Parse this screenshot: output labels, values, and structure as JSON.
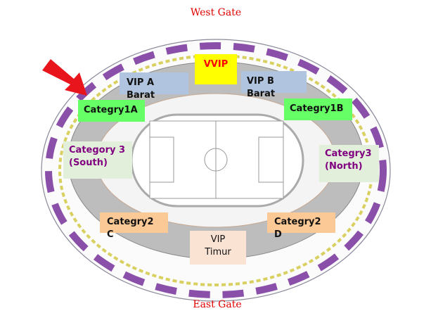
{
  "gates": {
    "west": "West Gate",
    "east": "East Gate"
  },
  "zones": {
    "vvip": {
      "label": "VVIP",
      "bg": "#ffff00",
      "color": "#ff0000"
    },
    "vip_a": {
      "label": "VIP A Barat",
      "bg": "#b0c4e0",
      "color": "#111111"
    },
    "vip_b": {
      "label": "VIP B Barat",
      "bg": "#b0c4e0",
      "color": "#111111"
    },
    "cat1a": {
      "label": "Categry1A",
      "bg": "#66ff66",
      "color": "#111111"
    },
    "cat1b": {
      "label": "Categry1B",
      "bg": "#66ff66",
      "color": "#111111"
    },
    "cat3s": {
      "line1": "Category 3",
      "line2": "(South)",
      "bg": "#e2efda",
      "color": "#800080"
    },
    "cat3n": {
      "line1": "Categry3",
      "line2": "(North)",
      "bg": "#e2efda",
      "color": "#800080"
    },
    "cat2c": {
      "label": "Categry2 C",
      "bg": "#fbc995",
      "color": "#111111"
    },
    "cat2d": {
      "label": "Categry2 D",
      "bg": "#fbc995",
      "color": "#111111"
    },
    "vip_timur": {
      "line1": "VIP",
      "line2": "Timur",
      "bg": "#fbe3d4",
      "color": "#111111"
    }
  },
  "arrow_color": "#e8161c"
}
